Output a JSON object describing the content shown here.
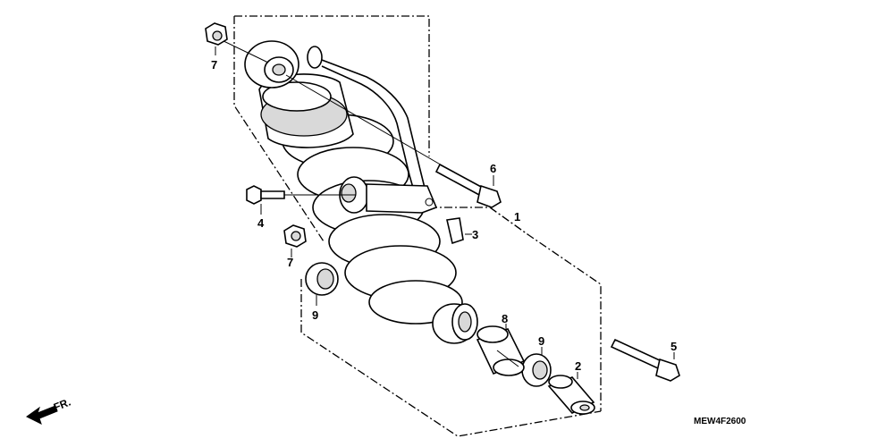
{
  "diagram_code": "MEW4F2600",
  "direction_label": "FR.",
  "callouts": {
    "c1": "1",
    "c2": "2",
    "c3": "3",
    "c4": "4",
    "c5": "5",
    "c6": "6",
    "c7a": "7",
    "c7b": "7",
    "c8": "8",
    "c9a": "9",
    "c9b": "9"
  }
}
